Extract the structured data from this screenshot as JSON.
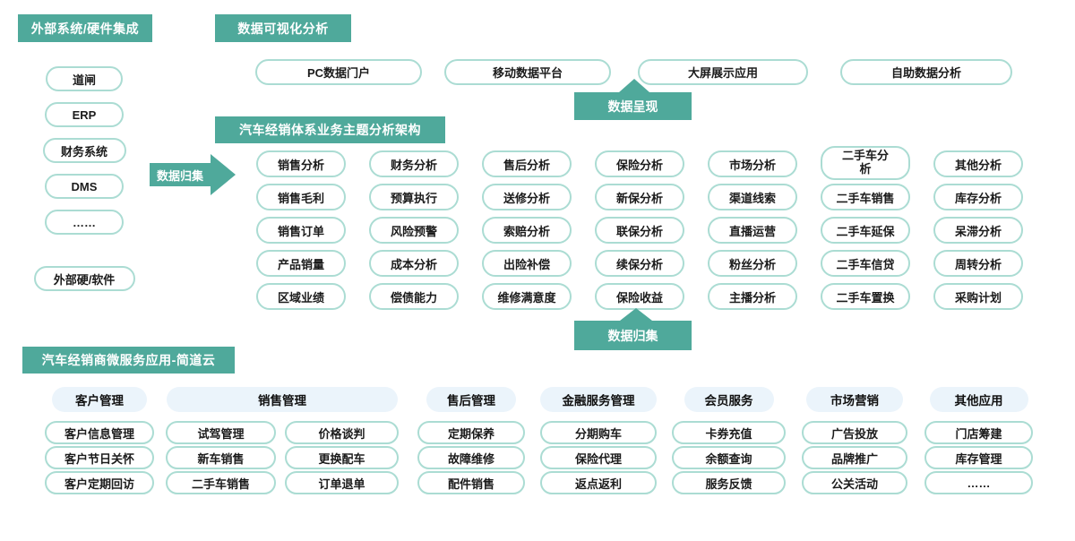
{
  "colors": {
    "teal": "#4FA99B",
    "pill_border": "#ABDCD3",
    "section_header_bg": "#EBF4FB",
    "text": "#1B1B1B"
  },
  "external_systems": {
    "title": "外部系统/硬件集成",
    "items": [
      "道闸",
      "ERP",
      "财务系统",
      "DMS",
      "……",
      "外部硬/软件"
    ]
  },
  "data_visualization": {
    "title": "数据可视化分析",
    "items": [
      "PC数据门户",
      "移动数据平台",
      "大屏展示应用",
      "自助数据分析"
    ]
  },
  "flow_labels": {
    "data_presentation": "数据呈现",
    "data_collection_left": "数据归集",
    "data_collection_bottom": "数据归集"
  },
  "analysis_architecture": {
    "title": "汽车经销体系业务主题分析架构",
    "columns": [
      [
        "销售分析",
        "销售毛利",
        "销售订单",
        "产品销量",
        "区域业绩"
      ],
      [
        "财务分析",
        "预算执行",
        "风险预警",
        "成本分析",
        "偿债能力"
      ],
      [
        "售后分析",
        "送修分析",
        "索赔分析",
        "出险补偿",
        "维修满意度"
      ],
      [
        "保险分析",
        "新保分析",
        "联保分析",
        "续保分析",
        "保险收益"
      ],
      [
        "市场分析",
        "渠道线索",
        "直播运营",
        "粉丝分析",
        "主播分析"
      ],
      [
        "二手车分析",
        "二手车销售",
        "二手车延保",
        "二手车信贷",
        "二手车置换"
      ],
      [
        "其他分析",
        "库存分析",
        "呆滞分析",
        "周转分析",
        "采购计划"
      ]
    ]
  },
  "microservice_apps": {
    "title": "汽车经销商微服务应用-简道云",
    "sections": [
      {
        "title": "客户管理",
        "items": [
          "客户信息管理",
          "客户节日关怀",
          "客户定期回访"
        ]
      },
      {
        "title": "销售管理",
        "columns": [
          [
            "试驾管理",
            "新车销售",
            "二手车销售"
          ],
          [
            "价格谈判",
            "更换配车",
            "订单退单"
          ]
        ]
      },
      {
        "title": "售后管理",
        "items": [
          "定期保养",
          "故障维修",
          "配件销售"
        ]
      },
      {
        "title": "金融服务管理",
        "items": [
          "分期购车",
          "保险代理",
          "返点返利"
        ]
      },
      {
        "title": "会员服务",
        "items": [
          "卡券充值",
          "余额查询",
          "服务反馈"
        ]
      },
      {
        "title": "市场营销",
        "items": [
          "广告投放",
          "品牌推广",
          "公关活动"
        ]
      },
      {
        "title": "其他应用",
        "items": [
          "门店筹建",
          "库存管理",
          "……"
        ]
      }
    ]
  }
}
